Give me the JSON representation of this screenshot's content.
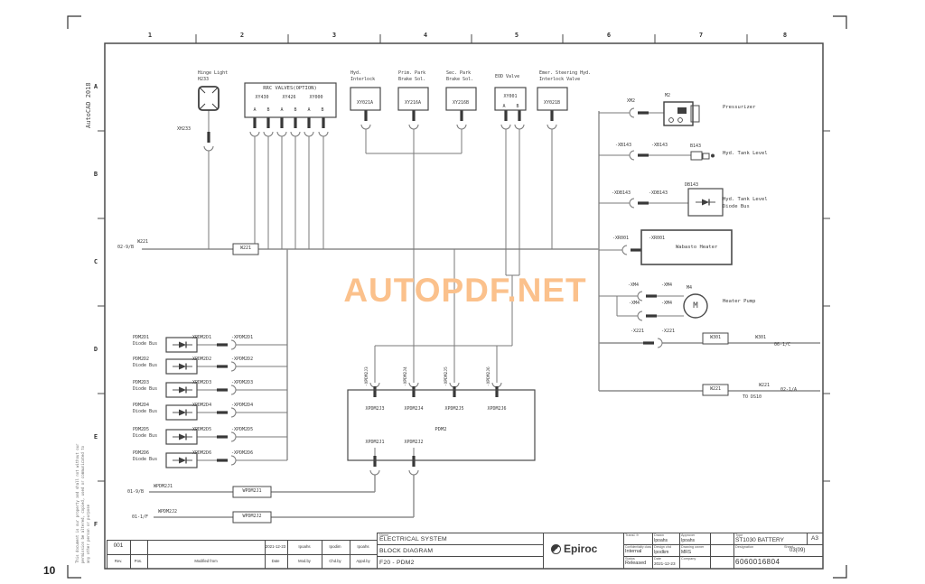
{
  "page": {
    "number": "10",
    "autocad": "AutoCAD 2018",
    "watermark": "AUTOPDF.NET"
  },
  "colors": {
    "watermark": "#fbc18c",
    "wire": "#7a7a7a",
    "bus": "#8c8c8c",
    "dark": "#3f3f3f"
  },
  "grid": {
    "cols": [
      "1",
      "2",
      "3",
      "4",
      "5",
      "6",
      "7",
      "8"
    ],
    "rows": [
      "A",
      "B",
      "C",
      "D",
      "E",
      "F"
    ]
  },
  "legal": {
    "line1": "This document is our property and shall not without our",
    "line2": "permission be altered, copied, used or communicated to",
    "line3": "any other person or purpose"
  },
  "hinge": {
    "caption1": "Hinge Light",
    "caption2": "H233",
    "connector": "XH233"
  },
  "rrc": {
    "title": "RRC VALVES(OPTION)",
    "valves": [
      "XY430",
      "XY426",
      "XY000"
    ],
    "terminals": [
      "A",
      "B",
      "A",
      "B",
      "A",
      "B"
    ]
  },
  "valves": {
    "v1": {
      "cap1": "Hyd.",
      "cap2": "Interlock",
      "id": "XY021A"
    },
    "v2": {
      "cap1": "Prim. Park",
      "cap2": "Brake Sol.",
      "id": "XY216A"
    },
    "v3": {
      "cap1": "Sec. Park",
      "cap2": "Brake Sol.",
      "id": "XY216B"
    },
    "v4": {
      "cap1": "EOD Valve",
      "id": "XY001",
      "a": "A",
      "b": "B"
    },
    "v5": {
      "cap1": "Emer. Steering Hyd.",
      "cap2": "Interlock Valve",
      "id": "XY021B"
    }
  },
  "bus_in": {
    "ref": "02-9/B",
    "wire": "W221",
    "tag": "W221"
  },
  "pdm2d": {
    "rows": [
      {
        "name": "PDM2D1",
        "sub": "Diode Bus",
        "w1": "-XPDM2D1",
        "w2": "-XPDM2D1"
      },
      {
        "name": "PDM2D2",
        "sub": "Diode Bus",
        "w1": "-XPDM2D2",
        "w2": "-XPDM2D2"
      },
      {
        "name": "PDM2D3",
        "sub": "Diode Bus",
        "w1": "-XPDM2D3",
        "w2": "-XPDM2D3"
      },
      {
        "name": "PDM2D4",
        "sub": "Diode Bus",
        "w1": "-XPDM2D4",
        "w2": "-XPDM2D4"
      },
      {
        "name": "PDM2D5",
        "sub": "Diode Bus",
        "w1": "-XPDM2D5",
        "w2": "-XPDM2D5"
      },
      {
        "name": "PDM2D6",
        "sub": "Diode Bus",
        "w1": "-XPDM2D6",
        "w2": "-XPDM2D6"
      }
    ]
  },
  "pdm2": {
    "title": "PDM2",
    "top": [
      "XPDM2J3",
      "XPDM2J4",
      "XPDM2J5",
      "XPDM2J6"
    ],
    "topw": [
      "-XPDM2J3",
      "-XPDM2J4",
      "-XPDM2J5",
      "-XPDM2J6"
    ],
    "bottom": [
      "XPDM2J1",
      "XPDM2J2"
    ]
  },
  "wout": {
    "j1": {
      "ref": "01-9/B",
      "wire": "WPDM2J1",
      "tag": "WPDM2J1"
    },
    "j2": {
      "ref": "01-1/F",
      "wire": "WPDM2J2",
      "tag": "WPDM2J2"
    }
  },
  "right": {
    "xm2": {
      "conn": "XM2",
      "dev": "M2",
      "desc": "Pressurizer"
    },
    "xb143": {
      "w1": "-XB143",
      "w2": "-XB143",
      "dev": "B143",
      "desc": "Hyd. Tank Level"
    },
    "xdb143": {
      "w1": "-XDB143",
      "w2": "-XDB143",
      "dev": "DB143",
      "desc1": "Hyd. Tank Level",
      "desc2": "Diode Bus"
    },
    "xr001": {
      "w1": "-XR001",
      "w2": "-XR001",
      "dev": "Wabasto Heater"
    },
    "xm4": {
      "w1": "-XM4",
      "w2": "-XM4",
      "w3": "-XM4",
      "w4": "-XM4",
      "dev": "M4",
      "motor": "M",
      "desc": "Heater Pump"
    },
    "x221": {
      "w1": "-X221",
      "w2": "-X221",
      "tag": "W301",
      "wire": "W301",
      "ref": "06-1/C"
    },
    "w221out": {
      "tag": "W221",
      "wire": "W221",
      "ref": "02-1/A",
      "dest": "TO DS10"
    }
  },
  "titleblock": {
    "name_label": "Name",
    "line1": "ELECTRICAL SYSTEM",
    "line2": "BLOCK DIAGRAM",
    "line3": "F20 - PDM2",
    "brand": "Epiroc",
    "transl_label": "Transl. fr",
    "conf_label": "Confidentiality class acc.1102 A",
    "conf": "Internal",
    "status_label": "Status",
    "status": "Released",
    "drawn_label": "Drawn",
    "drawn": "Ipoahs",
    "approver_label": "Approver",
    "approver": "Ipoahs",
    "design_label": "Design chd",
    "design": "Ipodkm",
    "owner_label": "Drawing owner",
    "owner": "MRS",
    "date_label": "Date",
    "date": "2021-12-23",
    "company_label": "Company",
    "type_label": "Type",
    "type": "ST1030 BATTERY",
    "format": "A3",
    "desig_label": "Designation",
    "sheet_label": "Sheet",
    "sheet": "03(09)",
    "number": "6060016804"
  },
  "revision": {
    "rev": "001",
    "date": "2021-12-23",
    "mod": "Ipoahs",
    "chd": "Ipodim",
    "appd": "Ipoahs",
    "h": [
      "Rev.",
      "Pos.",
      "Modified from",
      "Date",
      "Mod.by",
      "Chd.by",
      "Appd.by"
    ]
  }
}
